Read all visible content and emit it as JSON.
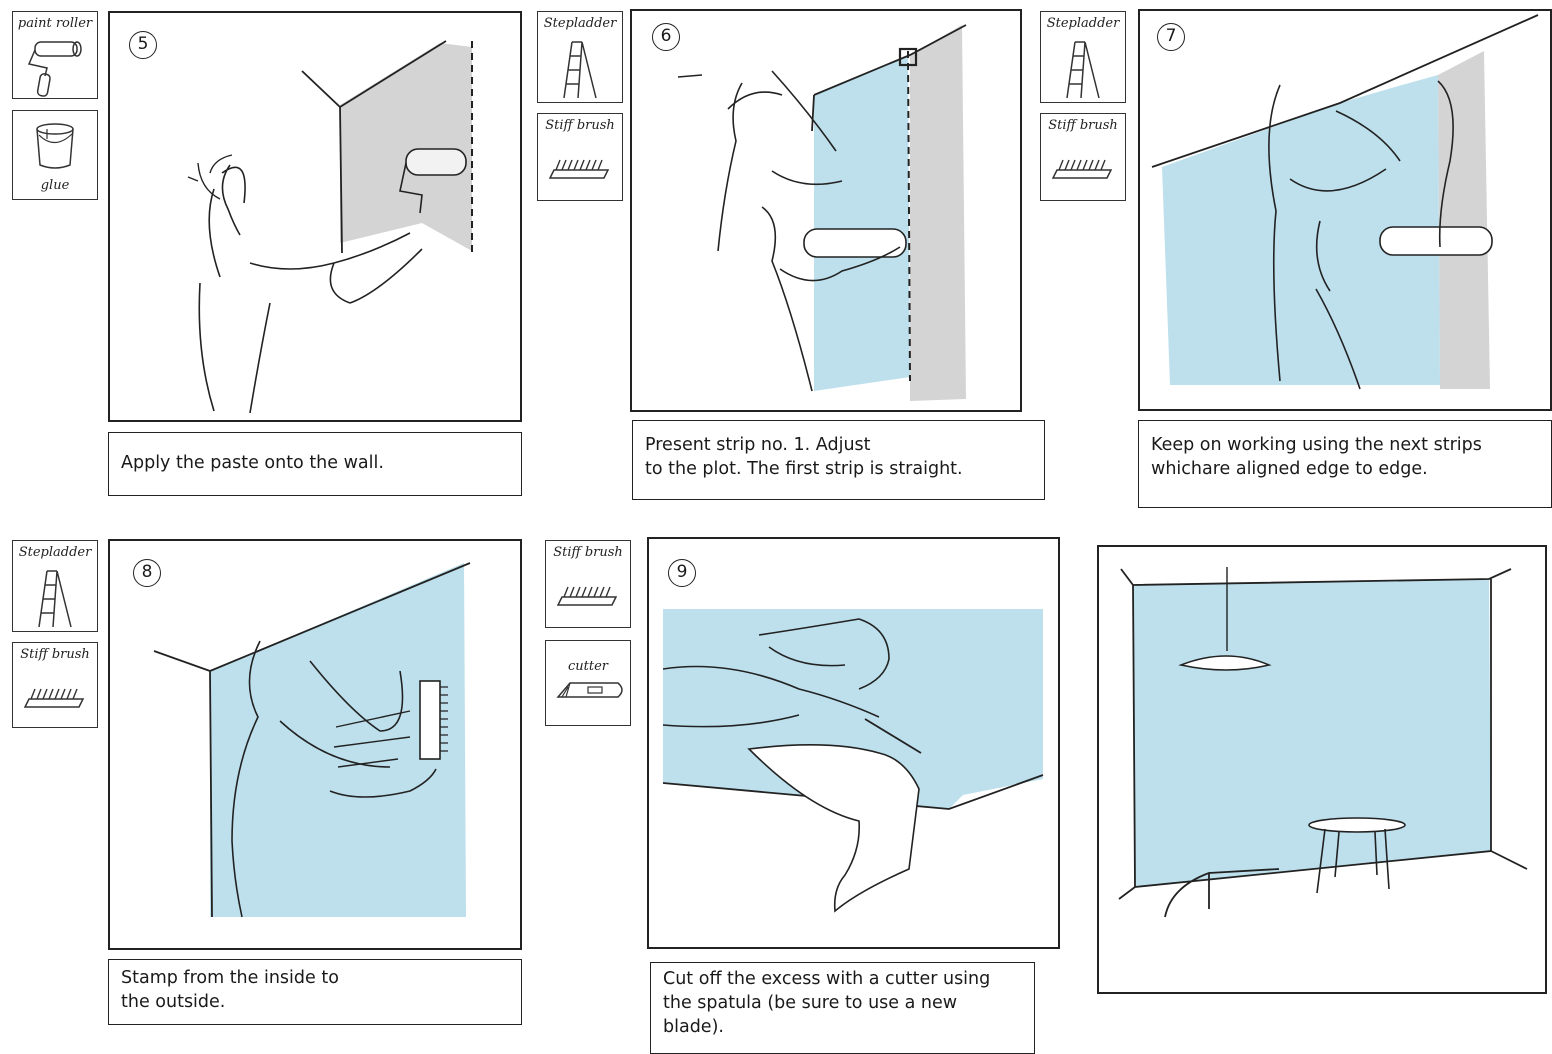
{
  "colors": {
    "wall_blue": "#bde0ec",
    "wall_grey": "#d4d4d4",
    "ink": "#222222"
  },
  "tools": {
    "paint_roller": {
      "label": "paint roller",
      "icon": "paint-roller-icon"
    },
    "glue": {
      "label": "glue",
      "icon": "glue-bucket-icon"
    },
    "stepladder": {
      "label": "Stepladder",
      "icon": "stepladder-icon"
    },
    "stiff_brush": {
      "label": "Stiff brush",
      "icon": "stiff-brush-icon"
    },
    "cutter": {
      "label": "cutter",
      "icon": "cutter-knife-icon"
    }
  },
  "steps": [
    {
      "number": "5",
      "caption_lines": [
        "Apply the paste onto the wall."
      ]
    },
    {
      "number": "6",
      "caption_lines": [
        "Present strip no. 1. Adjust",
        "to the plot. The first strip is straight."
      ]
    },
    {
      "number": "7",
      "caption_lines": [
        "Keep on working using the next strips",
        "whichare aligned edge to edge."
      ]
    },
    {
      "number": "8",
      "caption_lines": [
        "Stamp from the inside to",
        "the outside."
      ]
    },
    {
      "number": "9",
      "caption_lines": [
        "Cut off the excess with a cutter using",
        "the spatula (be sure to use a new",
        "blade)."
      ]
    }
  ]
}
